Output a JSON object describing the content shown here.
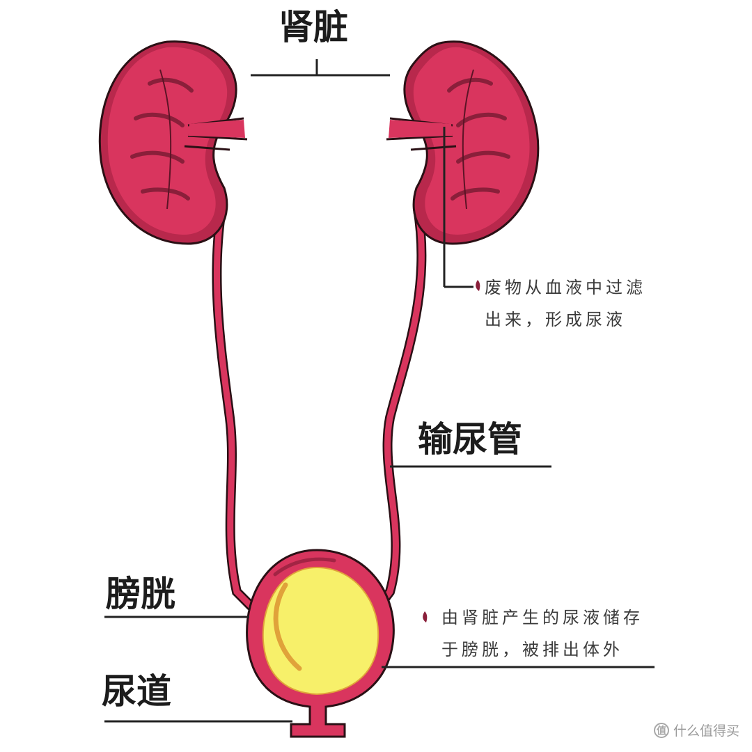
{
  "labels": {
    "kidney": "肾脏",
    "ureter": "输尿管",
    "bladder": "膀胱",
    "urethra": "尿道"
  },
  "notes": {
    "kidney_note_line1": "废物从血液中过滤",
    "kidney_note_line2": "出来，形成尿液",
    "bladder_note_line1": "由肾脏产生的尿液储存",
    "bladder_note_line2": "于膀胱，被排出体外"
  },
  "watermark": {
    "icon_text": "值",
    "text": "什么值得买"
  },
  "colors": {
    "organ_fill": "#d9355e",
    "organ_dark": "#a32444",
    "organ_outline": "#2a1015",
    "urine_fill": "#f7f06a",
    "urine_streak": "#e0a23a",
    "leader_line": "#222222"
  }
}
